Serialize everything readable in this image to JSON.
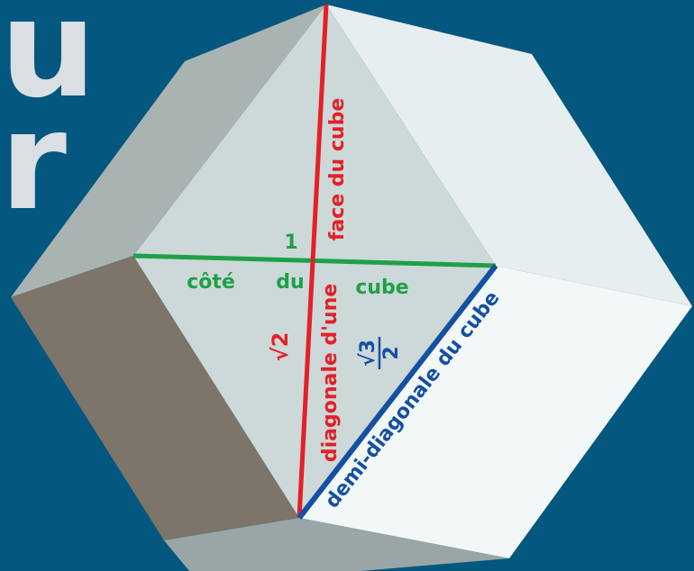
{
  "background_text": {
    "char1": "u",
    "char2": "r"
  },
  "colors": {
    "background": "#04577f",
    "red": "#e42027",
    "green": "#1fa048",
    "blue": "#1450a3",
    "face_front": "#cdd8d8",
    "face_right": "#eef4f4",
    "face_dark": "#7d746a"
  },
  "labels": {
    "green_1": "1",
    "green_cote": "côté",
    "green_du": "du",
    "green_cube": "cube",
    "sqrt2": "√2",
    "red_upper": "face du cube",
    "red_lower": "diagonale d'une",
    "frac_num": "√3",
    "frac_den": "2",
    "blue_label": "demi-diagonale du cube"
  }
}
